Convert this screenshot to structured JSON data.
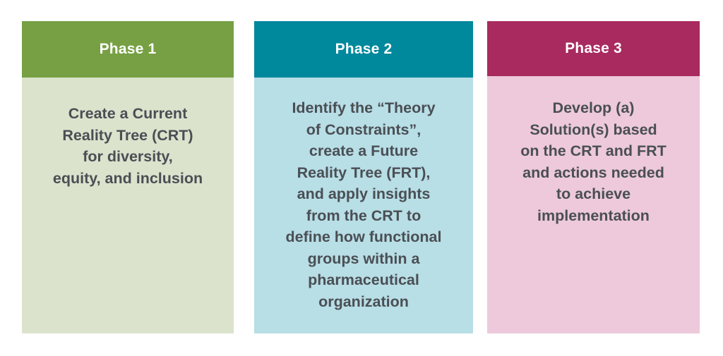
{
  "diagram": {
    "type": "three-phase-process",
    "background_color": "#ffffff",
    "body_text_color": "#4a4f54",
    "header_text_color": "#ffffff",
    "phases": [
      {
        "id": "phase-1",
        "header_label": "Phase 1",
        "header_color": "#76a043",
        "body_color": "#dbe3cd",
        "body_text": "Create a Current\nReality Tree (CRT)\nfor diversity,\nequity, and inclusion"
      },
      {
        "id": "phase-2",
        "header_label": "Phase 2",
        "header_color": "#00889c",
        "body_color": "#b8dee6",
        "body_text": "Identify the “Theory\nof Constraints”,\ncreate a Future\nReality Tree (FRT),\nand apply insights\nfrom the CRT to\ndefine how functional\ngroups within a\npharmaceutical\norganization"
      },
      {
        "id": "phase-3",
        "header_label": "Phase 3",
        "header_color": "#a82a5f",
        "body_color": "#edc9db",
        "body_text": "Develop (a)\nSolution(s) based\non the CRT and FRT\nand actions needed\nto achieve\nimplementation"
      }
    ]
  }
}
